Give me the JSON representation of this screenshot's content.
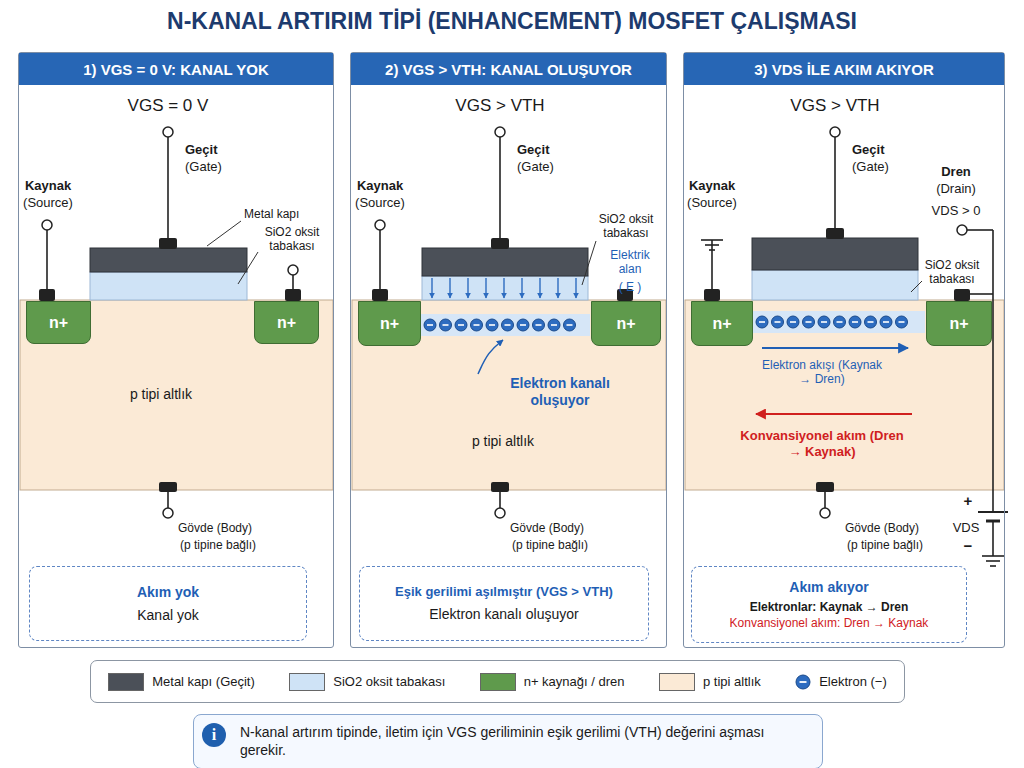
{
  "diagram": {
    "title": "N-KANAL ARTIRIM TİPİ (ENHANCEMENT) MOSFET ÇALIŞMASI",
    "nodes": [
      {
        "text": [
          "1) VGS = 0 V: KANAL YOK"
        ]
      },
      {
        "text": [
          "p tipi altlık"
        ],
        "in": 0
      },
      {
        "text": [
          "n+"
        ],
        "in": 1
      },
      {
        "text": [
          "n+"
        ],
        "in": 1
      },
      {
        "text": [
          "Akım yok",
          "Kanal yok"
        ],
        "in": 0
      },
      {
        "text": [
          "2) VGS > VTH: KANAL OLUŞUYOR"
        ]
      },
      {
        "text": [
          "p tipi altlık"
        ],
        "in": 5
      },
      {
        "text": [
          "n+"
        ],
        "in": 6
      },
      {
        "text": [
          "n+"
        ],
        "in": 6
      },
      {
        "text": [
          "Eşik gerilimi aşılmıştır (VGS > VTH)",
          "Elektron kanalı oluşuyor"
        ],
        "in": 5
      },
      {
        "text": [
          "3) VDS İLE AKIM AKIYOR"
        ]
      },
      {
        "text": [
          "n+"
        ],
        "in": 10
      },
      {
        "text": [
          "n+"
        ],
        "in": 10
      },
      {
        "text": [
          "Akım akıyor",
          "Elektronlar: Kaynak → Dren",
          "Konvansiyonel akım: Dren → Kaynak"
        ],
        "in": 10
      },
      {
        "text": [
          "N-kanal artırım tipinde, iletim için VGS geriliminin eşik gerilimi (VTH) değerini aşması gerekir."
        ]
      }
    ],
    "labels": [
      "VGS = 0 V",
      "Geçit",
      "(Gate)",
      "Kaynak",
      "(Source)",
      "Metal kapı",
      "SiO2 oksit tabakası",
      "Gövde (Body)",
      "(p tipine bağlı)",
      "VGS > VTH",
      "Geçit",
      "(Gate)",
      "Kaynak",
      "(Source)",
      "SiO2 oksit tabakası",
      "Elektrik alan",
      "( E )",
      "Elektron kanalı oluşuyor",
      "Gövde (Body)",
      "(p tipine bağlı)",
      "VGS > VTH",
      "Geçit",
      "(Gate)",
      "Kaynak",
      "(Source)",
      "Dren",
      "(Drain)",
      "VDS > 0",
      "SiO2 oksit tabakası",
      "Elektron akışı (Kaynak → Dren)",
      "Konvansiyonel akım (Dren → Kaynak)",
      "Gövde (Body)",
      "(p tipine bağlı)",
      "+",
      "VDS",
      "−",
      "i"
    ],
    "legend": [
      {
        "text": "Metal kapı (Geçit)",
        "color": "#4b5058"
      },
      {
        "text": "SiO2 oksit tabakası",
        "color": "#cfe3f6"
      },
      {
        "text": "n+ kaynağı / dren",
        "color": "#5f9a4c"
      },
      {
        "text": "p tipi altlık",
        "color": "#fbead6"
      },
      {
        "text": "Elektron (−)"
      }
    ]
  }
}
